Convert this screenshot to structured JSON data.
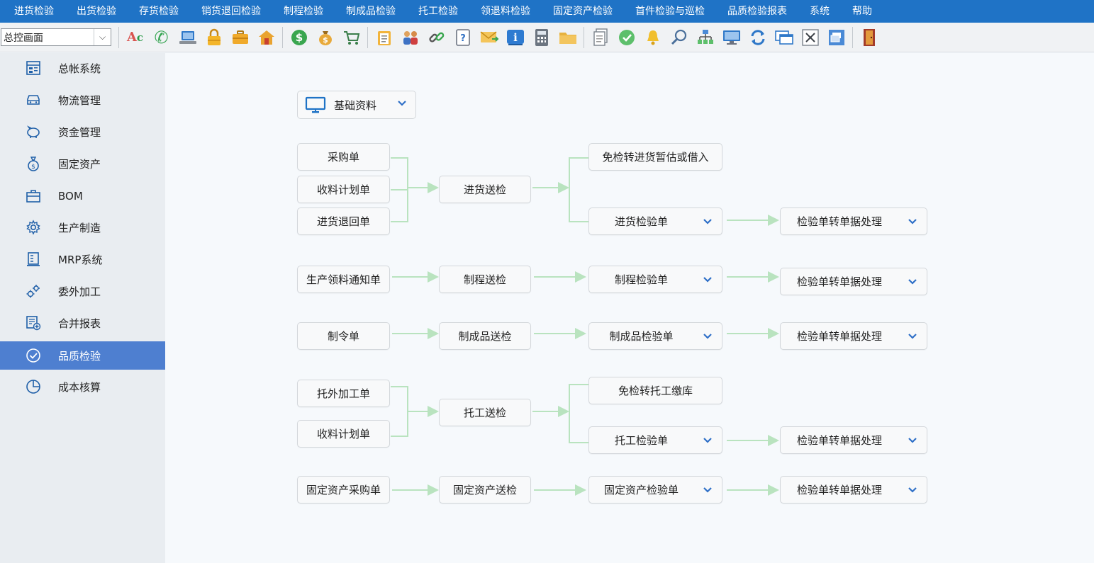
{
  "menu": [
    "进货检验",
    "出货检验",
    "存货检验",
    "销货退回检验",
    "制程检验",
    "制成品检验",
    "托工检验",
    "领退料检验",
    "固定资产检验",
    "首件检验与巡检",
    "品质检验报表",
    "系统",
    "帮助"
  ],
  "toolbar": {
    "view_select": "总控画面",
    "icons": [
      "spell-check-icon",
      "phone-icon",
      "laptop-icon",
      "lock-icon",
      "briefcase-icon",
      "home-icon",
      "dollar-icon",
      "money-bag-icon",
      "cart-icon",
      "clipboard-icon",
      "users-icon",
      "link-icon",
      "help-doc-icon",
      "mail-icon",
      "info-icon",
      "calculator-icon",
      "folder-icon",
      "document-icon",
      "check-circle-icon",
      "bell-icon",
      "search-icon",
      "org-chart-icon",
      "monitor-icon",
      "refresh-icon",
      "window-icon",
      "close-icon",
      "restore-icon",
      "exit-door-icon"
    ]
  },
  "sidebar": {
    "items": [
      {
        "label": "总帐系统",
        "icon": "ledger-icon"
      },
      {
        "label": "物流管理",
        "icon": "truck-icon"
      },
      {
        "label": "资金管理",
        "icon": "piggy-bank-icon"
      },
      {
        "label": "固定资产",
        "icon": "money-bag-icon"
      },
      {
        "label": "BOM",
        "icon": "briefcase-icon"
      },
      {
        "label": "生产制造",
        "icon": "gear-icon"
      },
      {
        "label": "MRP系统",
        "icon": "building-icon"
      },
      {
        "label": "委外加工",
        "icon": "gears-icon"
      },
      {
        "label": "合并报表",
        "icon": "report-add-icon"
      },
      {
        "label": "品质检验",
        "icon": "check-circle-icon"
      },
      {
        "label": "成本核算",
        "icon": "pie-chart-icon"
      }
    ],
    "active_index": 9
  },
  "main": {
    "basic_info": "基础资料",
    "flow": {
      "purchase_order": "采购单",
      "receipt_plan_1": "收料计划单",
      "purchase_return": "进货退回单",
      "incoming_inspection_request": "进货送检",
      "exempt_to_receipt": "免检转进货暂估或借入",
      "incoming_inspection_form": "进货检验单",
      "convert_1": "检验单转单据处理",
      "material_notice": "生产领料通知单",
      "process_inspection_request": "制程送检",
      "process_inspection_form": "制程检验单",
      "convert_2": "检验单转单据处理",
      "work_order": "制令单",
      "finished_inspection_request": "制成品送检",
      "finished_inspection_form": "制成品检验单",
      "convert_3": "检验单转单据处理",
      "outsource_order": "托外加工单",
      "receipt_plan_2": "收料计划单",
      "outsource_inspection_request": "托工送检",
      "exempt_to_outsource_stock": "免检转托工缴库",
      "outsource_inspection_form": "托工检验单",
      "convert_4": "检验单转单据处理",
      "asset_purchase": "固定资产采购单",
      "asset_inspection_request": "固定资产送检",
      "asset_inspection_form": "固定资产检验单",
      "convert_5": "检验单转单据处理"
    }
  },
  "colors": {
    "menubar": "#1f73c6",
    "sidebar_active": "#4e7fd0",
    "connector": "#b9e3bf"
  }
}
